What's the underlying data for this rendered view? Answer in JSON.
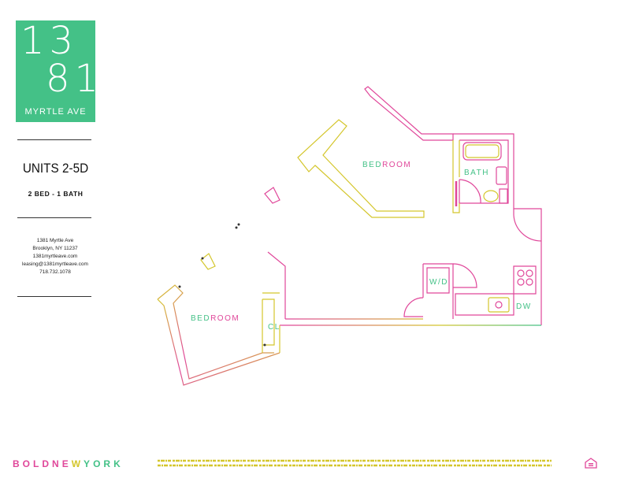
{
  "logo": {
    "number_top": "13",
    "number_bottom": "81",
    "street": "MYRTLE AVE",
    "color": "#44c187"
  },
  "unit": {
    "title": "UNITS 2-5D",
    "type": "2 BED - 1 BATH"
  },
  "contact": {
    "address_line1": "1381 Myrtle Ave",
    "address_line2": "Brooklyn, NY 11237",
    "website": "1381myrtleave.com",
    "email": "leasing@1381myrtleave.com",
    "phone": "718.732.1078"
  },
  "floorplan": {
    "rooms": {
      "bedroom_upper": [
        "BED",
        "ROOM"
      ],
      "bedroom_lower": [
        "BED",
        "ROOM"
      ],
      "bath": "BATH",
      "closet": "CL",
      "washer_dryer": "W/D",
      "dishwasher": "DW"
    },
    "colors": {
      "pink": "#e0479a",
      "yellow": "#d4c62c",
      "green": "#44c187"
    }
  },
  "footer": {
    "brand": [
      "B",
      "O",
      "L",
      "D",
      "N",
      "E",
      "W",
      "Y",
      "O",
      "R",
      "K"
    ],
    "brand_colors": [
      "#e0479a",
      "#e0479a",
      "#e0479a",
      "#e0479a",
      "#d4c62c",
      "#d4c62c",
      "#d4c62c",
      "#44c187",
      "#44c187",
      "#44c187",
      "#44c187"
    ],
    "icon": "equal-housing-icon"
  }
}
